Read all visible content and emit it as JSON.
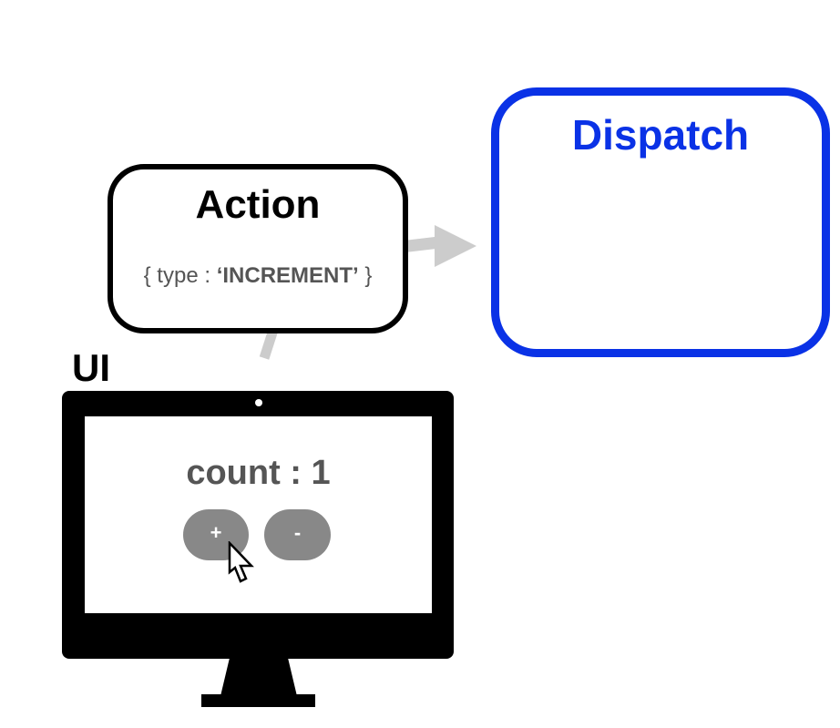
{
  "action": {
    "title": "Action",
    "payload_open": "{ type : ",
    "payload_value": "‘INCREMENT’",
    "payload_close": " }"
  },
  "dispatch": {
    "title": "Dispatch"
  },
  "ui": {
    "label": "UI",
    "count_label": "count",
    "count_separator": " : ",
    "count_value": "1",
    "plus_label": "+",
    "minus_label": "-"
  },
  "colors": {
    "dispatch_accent": "#0a32e6",
    "arrow_gray": "#cccccc",
    "button_gray": "#888888",
    "text_gray": "#555555"
  },
  "icons": {
    "cursor": "pointer-cursor-icon",
    "camera": "webcam-dot-icon"
  }
}
